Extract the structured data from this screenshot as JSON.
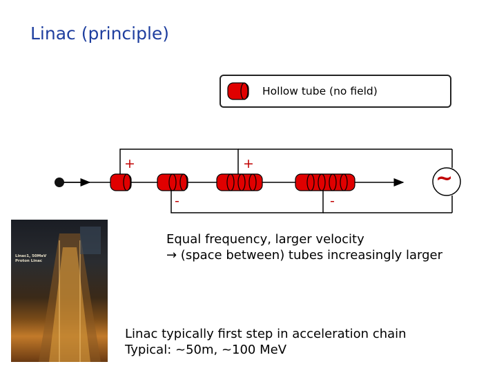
{
  "title": "Linac (principle)",
  "legend": {
    "text": "Hollow tube (no field)"
  },
  "signs": {
    "plus": "+",
    "minus": "-"
  },
  "source_symbol": "~",
  "text_frequency": {
    "line1": "Equal frequency, larger velocity",
    "line2": "→ (space between) tubes increasingly larger"
  },
  "text_chain": {
    "line1": "Linac typically first step in acceleration chain",
    "line2": "Typical: ~50m, ~100 MeV"
  },
  "photo": {
    "label_line1": "Linac1, 50MeV",
    "label_line2": "Proton Linac"
  },
  "colors": {
    "title": "#1f3f9f",
    "tube": "#e00000",
    "sign": "#c00000"
  }
}
